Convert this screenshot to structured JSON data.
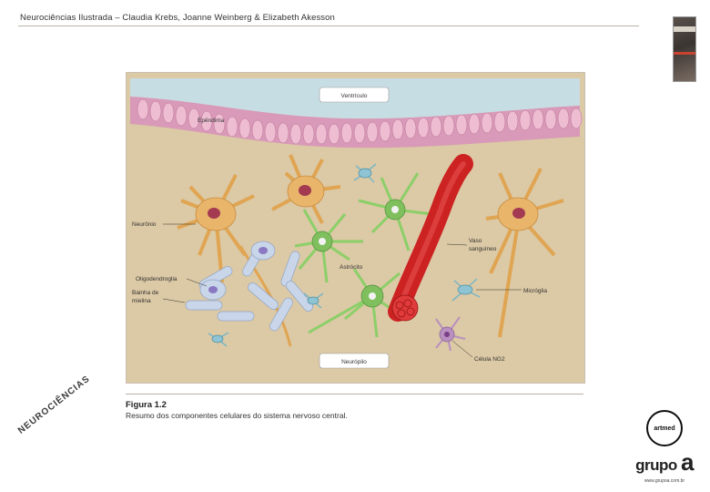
{
  "header": {
    "title": "Neurociências Ilustrada – Claudia Krebs, Joanne Weinberg & Elizabeth Akesson"
  },
  "figure": {
    "labels": {
      "ventricle": "Ventrículo",
      "ependyma": "Epêndima",
      "neuron": "Neurônio",
      "oligodendrocyte": "Oligodendroglia",
      "myelin_sheath_1": "Bainha de",
      "myelin_sheath_2": "mielina",
      "astrocyte": "Astrócito",
      "blood_vessel_1": "Vaso",
      "blood_vessel_2": "sanguíneo",
      "microglia": "Micróglia",
      "ng2_cell": "Célula NG2",
      "neuropil": "Neurópilo"
    }
  },
  "caption": {
    "label": "Figura 1.2",
    "text": "Resumo dos componentes celulares do sistema nervoso central."
  },
  "watermark": {
    "text": "NEUROCIÊNCIAS"
  },
  "publisher": {
    "seal_text": "artmed",
    "brand_text": "grupo",
    "brand_letter": "a",
    "site": "www.grupoa.com.br"
  },
  "colors": {
    "ventricle": "#c7dde4",
    "ependyma": "#d89ab8",
    "tissue": "#dcc9a5",
    "neuron": "#e8b56b",
    "astrocyte": "#7fbf5e",
    "oligodendrocyte": "#c9d6ea",
    "vessel": "#cc2222",
    "microglia": "#8fc4d4",
    "ng2": "#b990c0"
  },
  "icons": [
    "artmed-seal-icon",
    "book-cover-icon"
  ]
}
